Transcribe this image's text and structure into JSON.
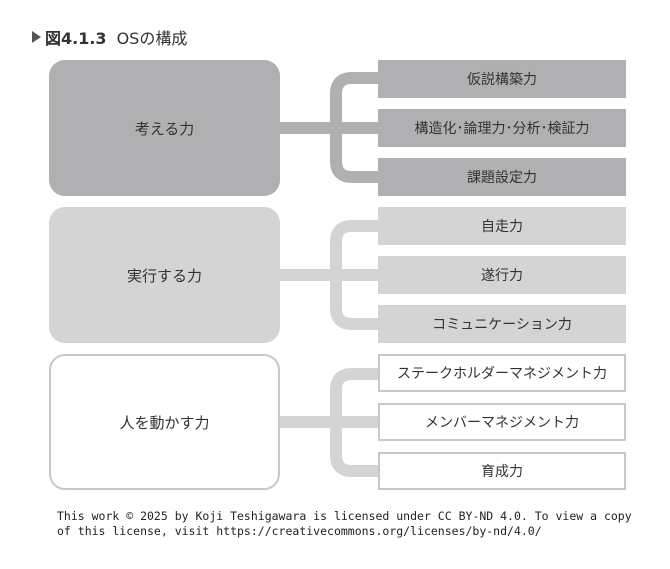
{
  "figure": {
    "number": "図4.1.3",
    "caption": "OSの構成"
  },
  "groups": [
    {
      "label": "考える力",
      "items": [
        "仮説構築力",
        "構造化･論理力･分析･検証力",
        "課題設定力"
      ],
      "color": "#b0b0b2"
    },
    {
      "label": "実行する力",
      "items": [
        "自走力",
        "遂行力",
        "コミュニケーション力"
      ],
      "color": "#d4d4d5"
    },
    {
      "label": "人を動かす力",
      "items": [
        "ステークホルダーマネジメント力",
        "メンバーマネジメント力",
        "育成力"
      ],
      "color": "#ffffff"
    }
  ],
  "license": "This work © 2025 by Koji Teshigawara is licensed under CC BY-ND 4.0. To view a copy of this license, visit https://creativecommons.org/licenses/by-nd/4.0/"
}
